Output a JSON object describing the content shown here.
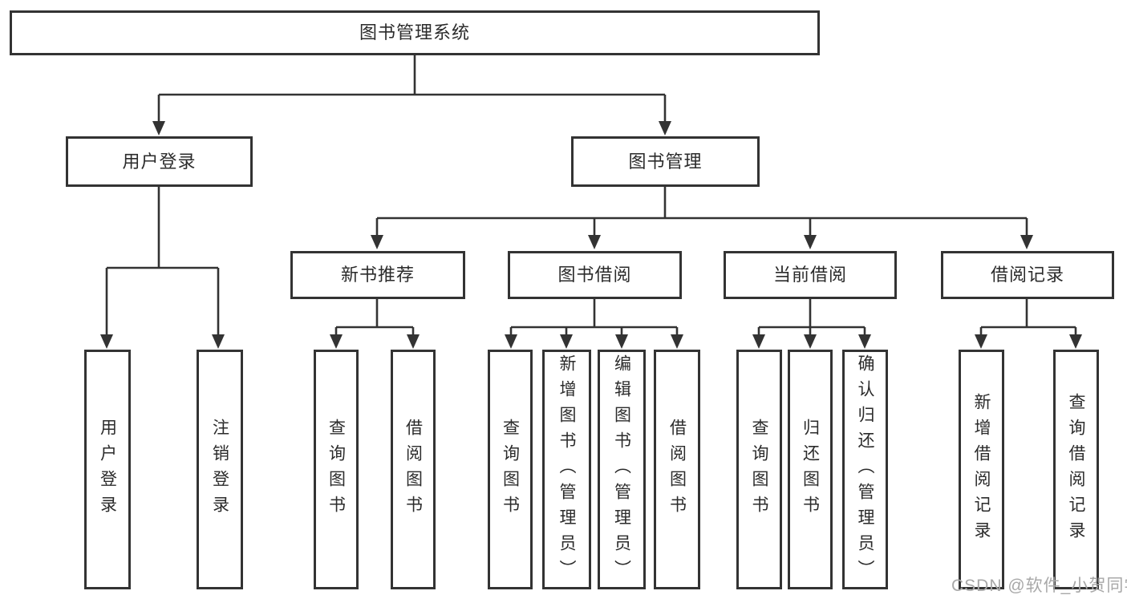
{
  "diagram": {
    "title": "图书管理系统",
    "root": {
      "label": "图书管理系统"
    },
    "level2": [
      {
        "label": "用户登录"
      },
      {
        "label": "图书管理"
      }
    ],
    "level3": [
      {
        "label": "新书推荐",
        "parent": "图书管理"
      },
      {
        "label": "图书借阅",
        "parent": "图书管理"
      },
      {
        "label": "当前借阅",
        "parent": "图书管理"
      },
      {
        "label": "借阅记录",
        "parent": "图书管理"
      }
    ],
    "leaves": [
      {
        "label": "用户登录",
        "parent": "用户登录"
      },
      {
        "label": "注销登录",
        "parent": "用户登录"
      },
      {
        "label": "查询图书",
        "parent": "新书推荐"
      },
      {
        "label": "借阅图书",
        "parent": "新书推荐"
      },
      {
        "label": "查询图书",
        "parent": "图书借阅"
      },
      {
        "label": "新增图书（管理员）",
        "parent": "图书借阅"
      },
      {
        "label": "编辑图书（管理员）",
        "parent": "图书借阅"
      },
      {
        "label": "借阅图书",
        "parent": "图书借阅"
      },
      {
        "label": "查询图书",
        "parent": "当前借阅"
      },
      {
        "label": "归还图书",
        "parent": "当前借阅"
      },
      {
        "label": "确认归还（管理员）",
        "parent": "当前借阅"
      },
      {
        "label": "新增借阅记录",
        "parent": "借阅记录"
      },
      {
        "label": "查询借阅记录",
        "parent": "借阅记录"
      }
    ]
  },
  "watermark": {
    "text": "CSDN @软件_小贺同学"
  },
  "colors": {
    "line": "#333333",
    "border": "#333333",
    "text": "#2b2b2b",
    "wm": "#a8a8a8",
    "bg": "#ffffff"
  }
}
